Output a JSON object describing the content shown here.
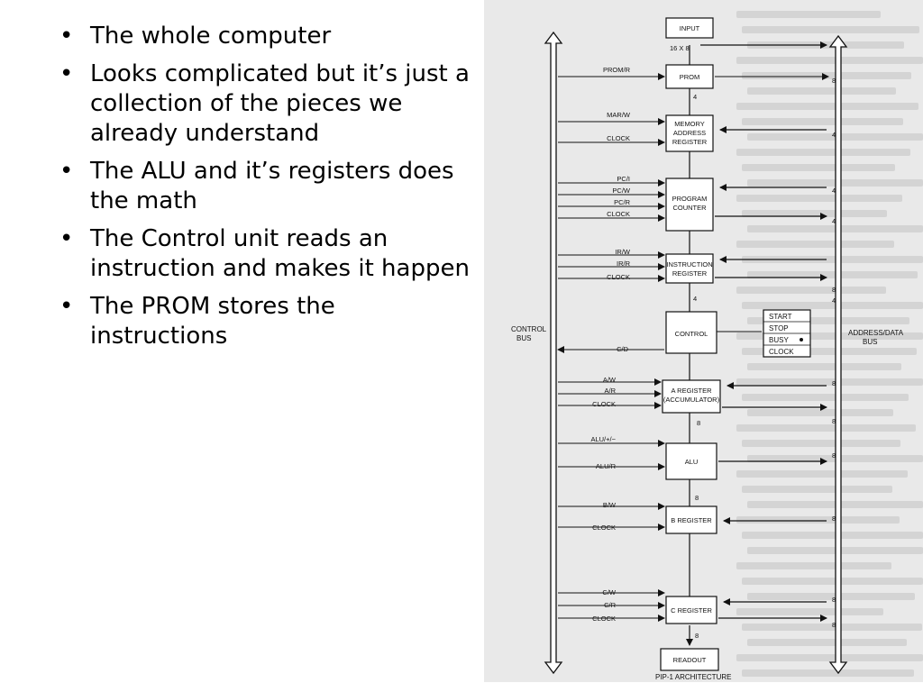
{
  "bullets": [
    "The whole computer",
    "Looks complicated but it’s just a collection of the pieces we already understand",
    "The ALU and it’s registers does the math",
    "The Control unit reads an instruction and makes it happen",
    "The PROM stores the instructions"
  ],
  "bullet_glyph": "•",
  "diagram": {
    "caption": "PIP-1 ARCHITECTURE",
    "control_bus_label": [
      "CONTROL",
      "BUS"
    ],
    "address_bus_label": [
      "ADDRESS/DATA",
      "BUS"
    ],
    "input": {
      "label": "INPUT",
      "size": "16 X 8"
    },
    "prom": {
      "label": "PROM",
      "signals": [
        "PROM/R"
      ],
      "num_right": "8",
      "num_below": "4"
    },
    "mar": {
      "label": [
        "MEMORY",
        "ADDRESS",
        "REGISTER"
      ],
      "signals": [
        "MAR/W",
        "CLOCK"
      ],
      "num_right": "4"
    },
    "pc": {
      "label": [
        "PROGRAM",
        "COUNTER"
      ],
      "signals": [
        "PC/I",
        "PC/W",
        "PC/R",
        "CLOCK"
      ],
      "num_right_top": "4",
      "num_right_bottom": "4"
    },
    "ir": {
      "label": [
        "INSTRUCTION",
        "REGISTER"
      ],
      "signals": [
        "IR/W",
        "IR/R",
        "CLOCK"
      ],
      "num_right_top": "8",
      "num_right_bottom": "4",
      "num_below": "4"
    },
    "control": {
      "label": "CONTROL",
      "signal": "C/D",
      "panel": [
        "START",
        "STOP",
        "BUSY",
        "CLOCK"
      ]
    },
    "a_reg": {
      "label": [
        "A REGISTER",
        "(ACCUMULATOR)"
      ],
      "signals": [
        "A/W",
        "A/R",
        "CLOCK"
      ],
      "num_right_top": "8",
      "num_right_bottom": "8",
      "num_below": "8"
    },
    "alu": {
      "label": "ALU",
      "signals": [
        "ALU/+/−",
        "ALU/R"
      ],
      "num_right": "8"
    },
    "b_reg": {
      "label": "B REGISTER",
      "signals": [
        "B/W",
        "CLOCK"
      ],
      "num_right": "8",
      "num_above": "8"
    },
    "c_reg": {
      "label": "C REGISTER",
      "signals": [
        "C/W",
        "C/R",
        "CLOCK"
      ],
      "num_right_top": "8",
      "num_right_bottom": "8",
      "num_below": "8"
    },
    "readout": {
      "label": "READOUT"
    }
  }
}
